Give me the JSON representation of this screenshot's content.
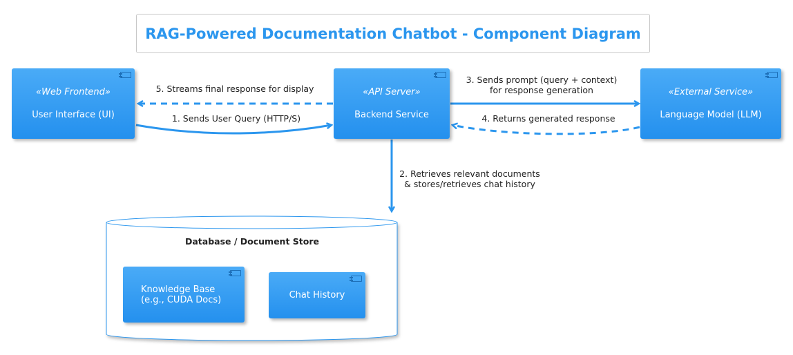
{
  "title": "RAG-Powered Documentation Chatbot - Component Diagram",
  "colors": {
    "accent": "#2b96ee",
    "component_top": "#4aabf7",
    "component_bottom": "#2490ee",
    "arrow": "#2b96ee",
    "database_border": "#2b96ee"
  },
  "components": {
    "ui": {
      "stereotype": "«Web Frontend»",
      "name": "User Interface (UI)",
      "icon": "component-icon"
    },
    "backend": {
      "stereotype": "«API Server»",
      "name": "Backend Service",
      "icon": "component-icon"
    },
    "llm": {
      "stereotype": "«External Service»",
      "name": "Language Model (LLM)",
      "icon": "component-icon"
    }
  },
  "database": {
    "title": "Database / Document Store",
    "knowledge_base": {
      "line1": "Knowledge Base",
      "line2": "(e.g., CUDA Docs)",
      "icon": "component-icon"
    },
    "chat_history": {
      "name": "Chat History",
      "icon": "component-icon"
    }
  },
  "flows": {
    "step1": "1. Sends User Query (HTTP/S)",
    "step2_line1": "2. Retrieves relevant documents",
    "step2_line2": "& stores/retrieves chat history",
    "step3_line1": "3. Sends prompt (query + context)",
    "step3_line2": "for response generation",
    "step4": "4. Returns generated response",
    "step5": "5. Streams final response for display"
  }
}
